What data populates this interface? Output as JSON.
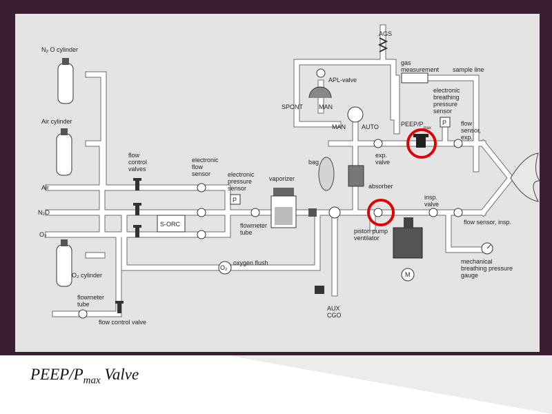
{
  "slide": {
    "caption_main": "PEEP/P",
    "caption_sub": "max",
    "caption_end": " Valve"
  },
  "colors": {
    "background_dark": "#3a1f33",
    "panel": "#e4e4e4",
    "highlight": "#e00000"
  },
  "labels": {
    "n2o_cylinder": "N₂ O cylinder",
    "air_cylinder": "Air cylinder",
    "o2_cylinder": "O₂ cylinder",
    "air": "Air",
    "n2o": "N₂O",
    "o2": "O₂",
    "flow_control_valves": [
      "flow",
      "control",
      "valves"
    ],
    "electronic_flow_sensor": [
      "electronic",
      "flow",
      "sensor"
    ],
    "electronic_pressure_sensor": [
      "electronic",
      "pressure",
      "sensor"
    ],
    "vaporizer": "vaporizer",
    "s_orc": "S-ORC",
    "flowmeter_tube": [
      "flowmeter",
      "tube"
    ],
    "oxygen_flush": "oxygen  flush",
    "flowmeter_tube_lower": [
      "flowmeter",
      "tube"
    ],
    "flow_control_valve": "flow control valve",
    "ags": "AGS",
    "apl_valve": "APL-valve",
    "spont": "SPONT",
    "man": "MAN",
    "man_auto_man": "MAN",
    "man_auto_auto": "AUTO",
    "gas_measurement": [
      "gas",
      "measurement"
    ],
    "sample_line": "sample line",
    "electronic_breathing_pressure_sensor": [
      "electronic",
      "breathing",
      "pressure",
      "sensor"
    ],
    "peep_pmax": "PEEP/P",
    "peep_pmax_sub": "max",
    "flow_sensor_exp": [
      "flow",
      "sensor,",
      "exp."
    ],
    "exp_valve": [
      "exp.",
      "valve"
    ],
    "bag": "bag",
    "absorber": "absorber",
    "insp_valve": [
      "insp.",
      "valve"
    ],
    "flow_sensor_insp": "flow sensor, insp.",
    "piston_pump_ventilator": [
      "piston pump",
      "ventilator"
    ],
    "mechanical_gauge": [
      "mechanical",
      "breathing pressure",
      "gauge"
    ],
    "aux_cgo": [
      "AUX",
      "CGO"
    ],
    "p_box": "P",
    "m_motor": "M",
    "o2_flush_symbol": "O₂"
  }
}
